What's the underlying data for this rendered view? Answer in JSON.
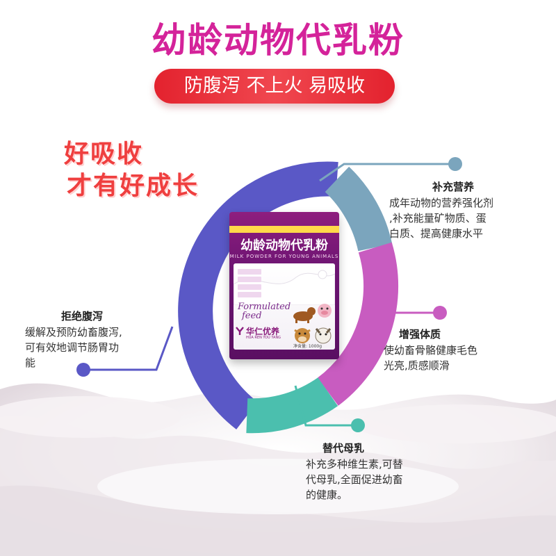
{
  "title": "幼龄动物代乳粉",
  "tagline": "防腹泻 不上火 易吸收",
  "slogan": {
    "line1": "好吸收",
    "line2": "才有好成长"
  },
  "product": {
    "name": "幼龄动物代乳粉",
    "subtitle": "MILK POWDER FOR YOUNG ANIMALS",
    "formula_text_line1": "Formulated",
    "formula_text_line2": "feed",
    "brand": "华仁优养",
    "brand_sub": "HUA REN YOU YANG",
    "net_weight": "净含量: 1000g"
  },
  "features": [
    {
      "title": "补充营养",
      "lines": [
        "成年动物的营养强化剂",
        ",补充能量矿物质、蛋",
        "白质、提高健康水平"
      ]
    },
    {
      "title": "增强体质",
      "lines": [
        "使幼畜骨骼健康毛色",
        "光亮,质感顺滑"
      ]
    },
    {
      "title": "替代母乳",
      "lines": [
        "补充多种维生素,可替",
        "代母乳,全面促进幼畜",
        "的健康。"
      ]
    },
    {
      "title": "拒绝腹泻",
      "lines": [
        "缓解及预防幼畜腹泻,",
        "可有效地调节肠胃功",
        "能"
      ]
    }
  ],
  "colors": {
    "title": "#d4239a",
    "pill": "#e3222e",
    "slogan": "#ef3f3f",
    "ring_blue": "#5a58c6",
    "ring_steel": "#7ba5bd",
    "ring_pink": "#c85cc0",
    "ring_teal": "#4bbfae",
    "package": "#6c1472"
  },
  "icons": [
    "pig-icon",
    "dog-icon",
    "cow-icon",
    "goat-icon",
    "brand-logo-icon"
  ]
}
